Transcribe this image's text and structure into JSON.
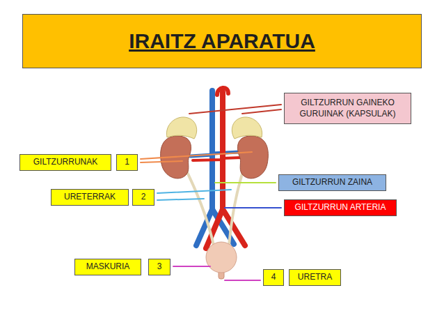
{
  "diagram": {
    "title": "IRAITZ APARATUA",
    "nodes": [
      {
        "text": [
          "GILTZURRUN GAINEKO GURUINAK (KAPSULAK)"
        ]
      },
      {
        "text": [
          "GILTZURRUNAK"
        ]
      },
      {
        "text": [
          "1"
        ]
      },
      {
        "text": [
          "GILTZURRUN ZAINA"
        ]
      },
      {
        "text": [
          "URETERRAK"
        ]
      },
      {
        "text": [
          "2"
        ]
      },
      {
        "text": [
          "GILTZURRUN ARTERIA"
        ]
      },
      {
        "text": [
          "MASKURIA"
        ]
      },
      {
        "text": [
          "3"
        ]
      },
      {
        "text": [
          "4"
        ]
      },
      {
        "text": [
          "URETRA"
        ]
      }
    ]
  }
}
